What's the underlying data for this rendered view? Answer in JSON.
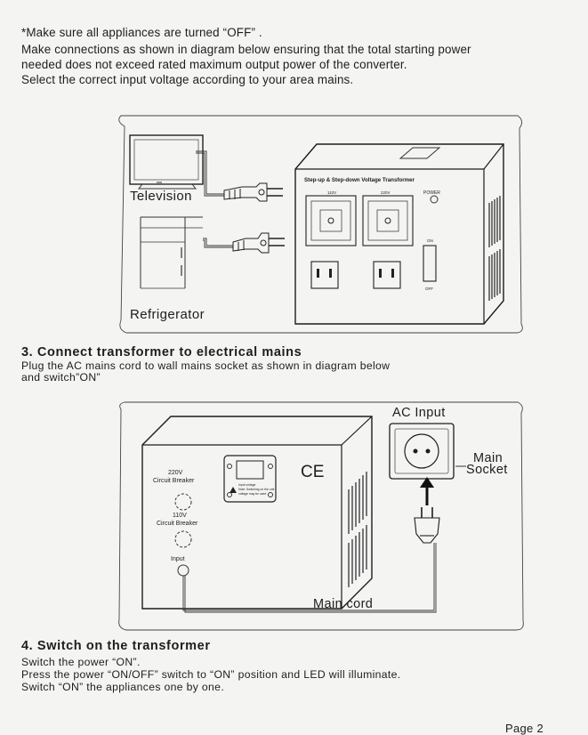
{
  "intro": {
    "line1": "*Make sure all appliances are turned  “OFF” .",
    "line2": "Make connections as shown in diagram below ensuring that the total starting power",
    "line3": "needed does not exceed rated maximum output power of the converter.",
    "line4": "Select the correct input voltage according to your area mains."
  },
  "figure1": {
    "tv_label": "Television",
    "fridge_label": "Refrigerator",
    "transformer_title": "Step-up & Step-down Voltage Transformer",
    "v110": "110V",
    "v220": "220V",
    "power": "POWER",
    "on": "ON",
    "off": "OFF"
  },
  "step3": {
    "heading": "3. Connect transformer to electrical mains",
    "line1": "Plug the AC mains cord to wall mains socket as shown in diagram below",
    "line2": "and switch”ON”"
  },
  "figure2": {
    "ac_input": "AC Input",
    "main": "Main",
    "socket": "Socket",
    "main_cord": "Main cord",
    "cb220": "220V",
    "cb220_sub": "Circuit Breaker",
    "cb110": "110V",
    "cb110_sub": "Circuit Breaker",
    "input": "Input",
    "ce": "CE",
    "meter_line1": "Input voltage",
    "meter_line2": "Note: Switching on the unit",
    "meter_line3": "voltage may be used"
  },
  "step4": {
    "heading": "4. Switch on the transformer",
    "line1": "Switch the power “ON”.",
    "line2": "Press the power “ON/OFF” switch to “ON” position and LED will illuminate.",
    "line3": "Switch “ON” the appliances one by one."
  },
  "footer": {
    "page": "Page 2"
  }
}
